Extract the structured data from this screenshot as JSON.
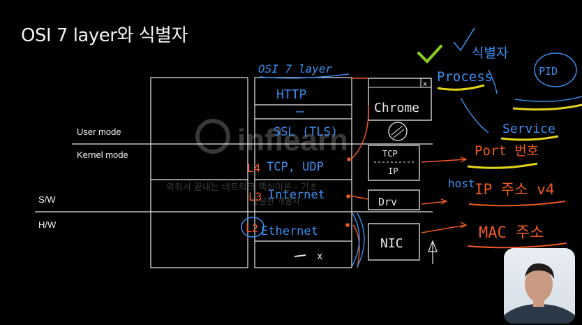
{
  "title": "OSI 7 layer와 식별자",
  "mode_labels": {
    "user_mode": "User mode",
    "kernel_mode": "Kernel mode",
    "sw": "S/W",
    "hw": "H/W"
  },
  "osi_header": "OSI 7 layer",
  "layers": {
    "http": "HTTP",
    "ssl": "SSL (TLS)",
    "tcp_udp": "TCP, UDP",
    "internet": "Internet",
    "ethernet": "Ethernet",
    "x_mark": "x"
  },
  "layer_numbers": {
    "l4": "L4",
    "l3": "L3",
    "l2": "L2"
  },
  "components": {
    "chrome": "Chrome",
    "chrome_close": "x",
    "tcp_ip": "TCP",
    "tcp_ip_sub": "IP",
    "drv": "Drv",
    "nic": "NIC"
  },
  "identifiers": {
    "process": "Process",
    "pid": "식별자",
    "pid_short": "PID",
    "service": "Service",
    "port": "Port 번호",
    "host": "host",
    "ip": "IP 주소 v4",
    "mac": "MAC 주소"
  },
  "watermark": {
    "brand": "inflearn",
    "line1": "외워서 끝내는 네트워크 핵심이론 - 기초",
    "line2": "널널한 개발자"
  },
  "colors": {
    "annotation_blue": "#3a8ff0",
    "annotation_orange": "#ee5a24",
    "annotation_yellow": "#e6d31c",
    "annotation_green": "#8bd11c",
    "line_white": "#e8e8e8"
  }
}
